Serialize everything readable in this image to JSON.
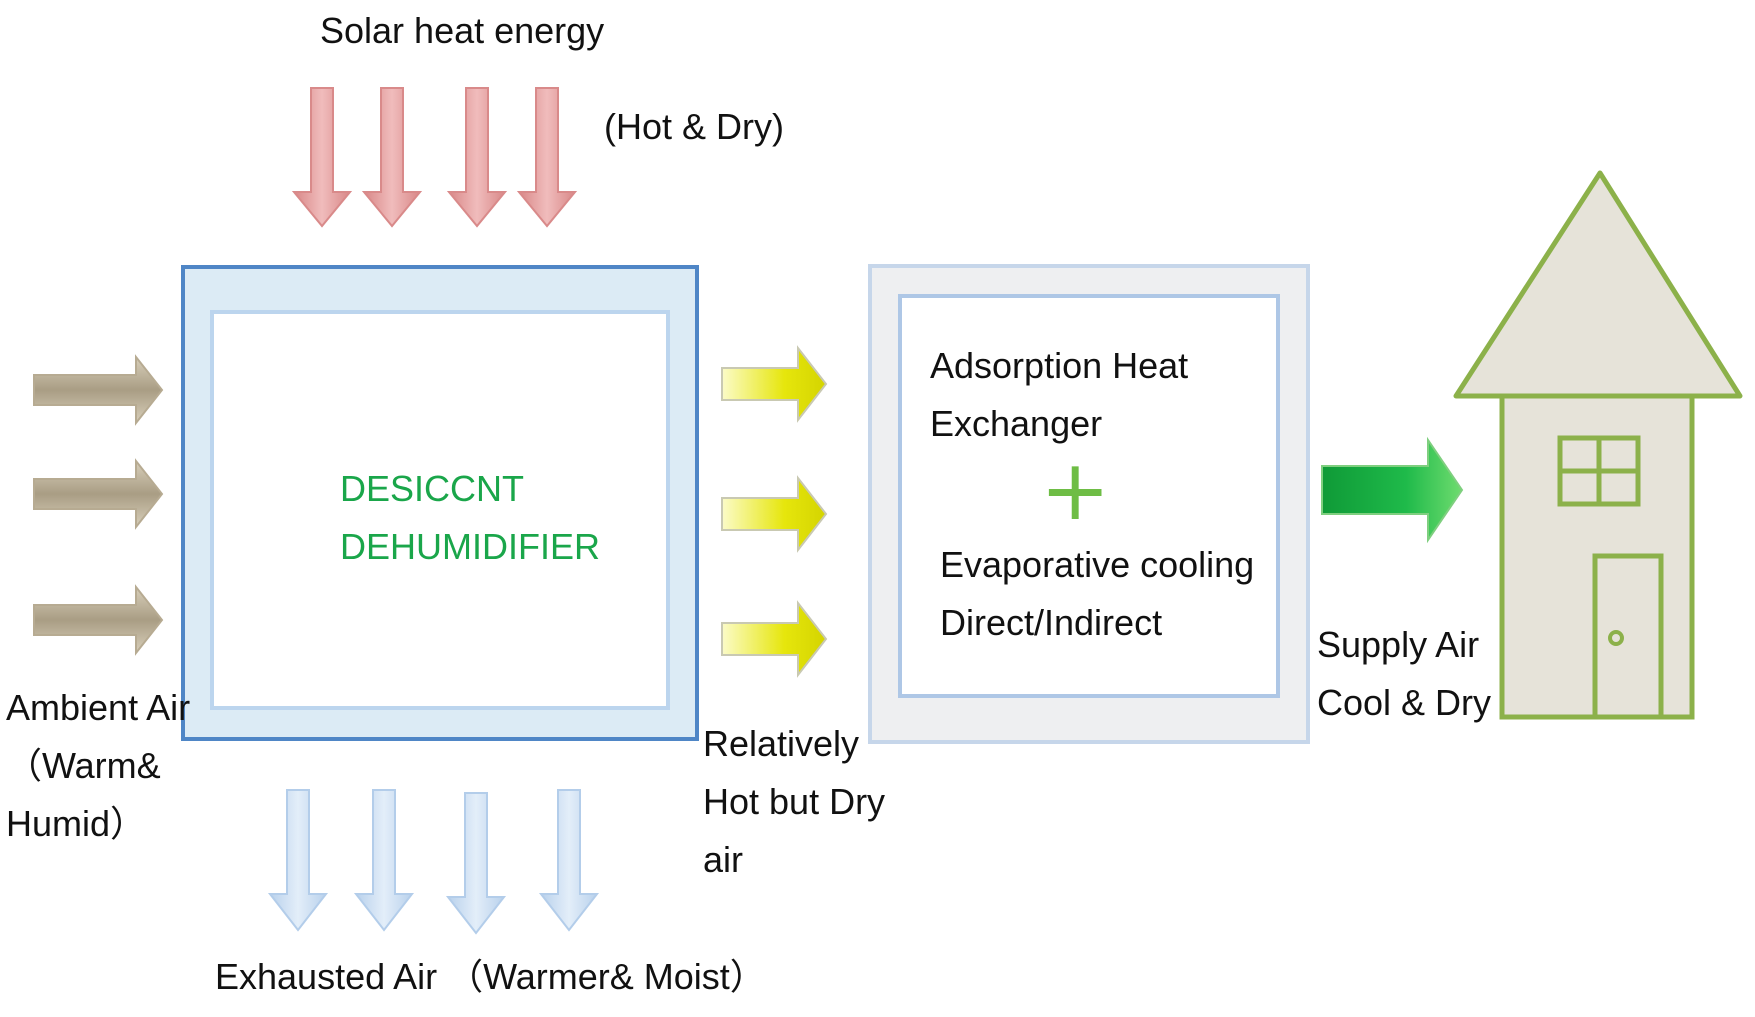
{
  "solar": {
    "title": "Solar heat energy",
    "note": "(Hot & Dry)"
  },
  "desiccant": {
    "line1": "DESICCNT",
    "line2": "DEHUMIDIFIER"
  },
  "ambient": {
    "line1": "Ambient Air",
    "line2": "（Warm&",
    "line3": "Humid）"
  },
  "exhaust": {
    "label": "Exhausted Air （Warmer& Moist）"
  },
  "relative": {
    "line1": "Relatively",
    "line2": "Hot but Dry",
    "line3": "air"
  },
  "exchanger": {
    "line1": "Adsorption Heat",
    "line2": "Exchanger",
    "plus": "+",
    "line3": "Evaporative cooling",
    "line4": "Direct/Indirect"
  },
  "supply": {
    "line1": "Supply Air",
    "line2": "Cool & Dry"
  },
  "colors": {
    "solar_arrow": "#e6a3a3",
    "ambient_arrow": "#c4b9a0",
    "exhaust_arrow": "#c8dcf0",
    "dry_air_arrow": "#e2e20a",
    "supply_arrow": "#12a53e",
    "house_outline": "#8cb14a",
    "house_fill": "#e6e3d9",
    "desiccant_text": "#1aa64a"
  }
}
